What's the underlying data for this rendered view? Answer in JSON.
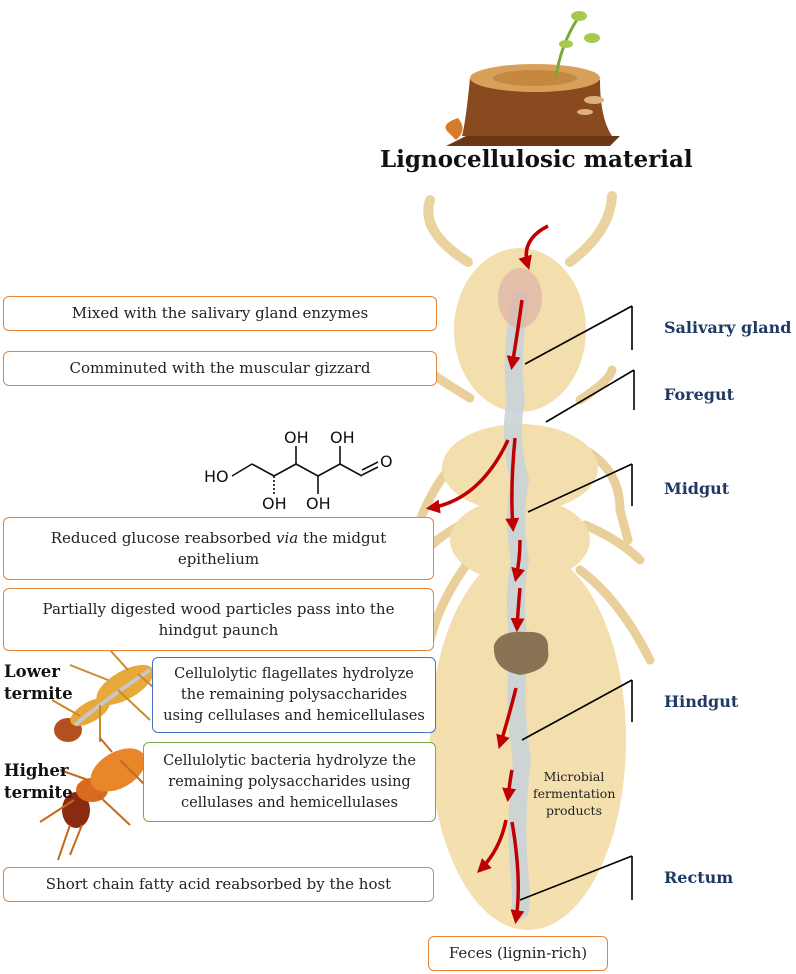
{
  "title": "Lignocellulosic material",
  "steps": {
    "salivary": "Mixed with the salivary gland enzymes",
    "gizzard": "Comminuted with the muscular gizzard",
    "glucose_pre": "Reduced glucose reabsorbed ",
    "glucose_via": "via",
    "glucose_post": " the midgut epithelium",
    "particles": "Partially digested wood particles pass into the hindgut paunch",
    "flagellates": "Cellulolytic flagellates hydrolyze the remaining polysaccharides using cellulases and hemicellulases",
    "bacteria": "Cellulolytic bacteria hydrolyze the remaining polysaccharides using cellulases and hemicellulases",
    "scfa": "Short chain fatty acid reabsorbed by the host",
    "feces": "Feces (lignin-rich)"
  },
  "regions": {
    "salivary_gland": "Salivary gland",
    "foregut": "Foregut",
    "midgut": "Midgut",
    "hindgut": "Hindgut",
    "rectum": "Rectum"
  },
  "termites": {
    "lower": "Lower termite",
    "higher": "Higher termite"
  },
  "microbial": "Microbial fermentation products",
  "molecule": {
    "oh_top_left": "OH",
    "oh_top_right": "OH",
    "ho_left": "HO",
    "oh_bottom_left": "OH",
    "oh_bottom_right": "OH",
    "o": "O"
  },
  "colors": {
    "box_border": "#e2853a",
    "flagellate_border": "#4a72c4",
    "bacteria_border": "#6cb04b",
    "region_text": "#1f3864",
    "arrow": "#c00000",
    "body": "#f2d9a0"
  }
}
